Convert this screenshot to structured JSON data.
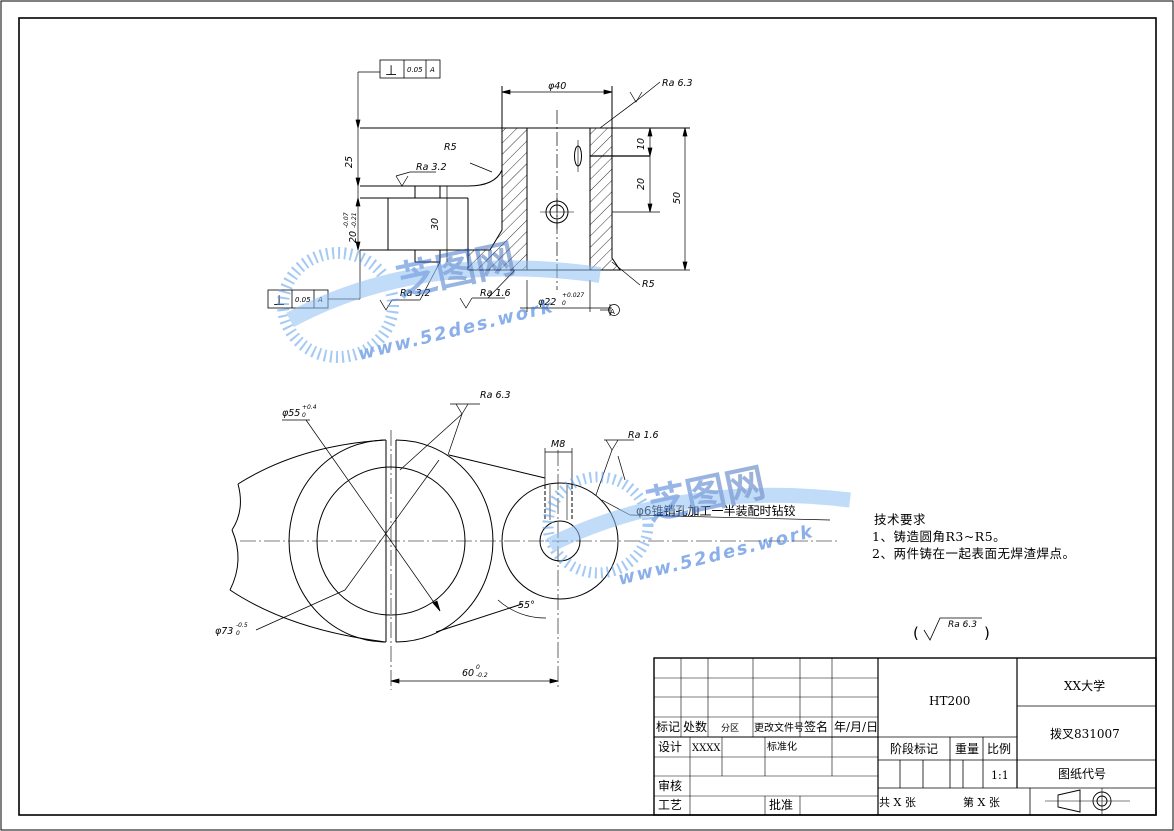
{
  "drawing": {
    "section_view": {
      "dims": {
        "phi40": "φ40",
        "len25": "25",
        "len30": "30",
        "len10": "10",
        "len20": "20",
        "len50": "50",
        "tol20": "20",
        "tol20_upper": "-0.07",
        "tol20_lower": "-0.21",
        "r5_top": "R5",
        "r5_bottom": "R5",
        "phi22": "φ22",
        "phi22_tol": "+0.027",
        "phi22_tol_lower": "0"
      },
      "roughness": {
        "top_right": "Ra 6.3",
        "left": "Ra 3.2",
        "bottom_left": "Ra 3.2",
        "bottom_mid": "Ra 1.6"
      },
      "tolerance_frames": {
        "top": {
          "symbol": "⊥",
          "value": "0.05",
          "datum": "A"
        },
        "bottom": {
          "symbol": "⊥",
          "value": "0.05",
          "datum": "A"
        }
      },
      "datum": "A"
    },
    "plan_view": {
      "dims": {
        "phi55": "φ55",
        "phi55_tol": "+0.4",
        "phi55_tol_lower": "0",
        "phi73": "φ73",
        "phi73_tol": "-0.5",
        "phi73_tol_lower": "0",
        "m8": "M8",
        "angle55": "55°",
        "len60": "60",
        "len60_tol": "0",
        "len60_tol_lower": "-0.2"
      },
      "roughness": {
        "top": "Ra 6.3",
        "right": "Ra 1.6"
      },
      "note": "φ6锥销孔加工一半装配时钻铰"
    },
    "general_roughness": "Ra 6.3",
    "watermark": {
      "brand": "芝图网",
      "url": "www.52des.work"
    }
  },
  "tech_requirements": {
    "title": "技术要求",
    "items": [
      "1、铸造圆角R3~R5。",
      "2、两件铸在一起表面无焊渣焊点。"
    ]
  },
  "title_block": {
    "material": "HT200",
    "school": "XX大学",
    "part_name": "拨叉831007",
    "drawing_code_label": "图纸代号",
    "stage_mark": "阶段标记",
    "weight": "重量",
    "scale_label": "比例",
    "scale_value": "1:1",
    "total_sheets": "共  X  张",
    "sheet_no": "第  X  张",
    "rev_headers": [
      "标记",
      "处数",
      "分区",
      "更改文件号",
      "签名",
      "年/月/日"
    ],
    "design": "设计",
    "designer": "XXXX",
    "standardize": "标准化",
    "review": "审核",
    "process": "工艺",
    "approve": "批准"
  }
}
